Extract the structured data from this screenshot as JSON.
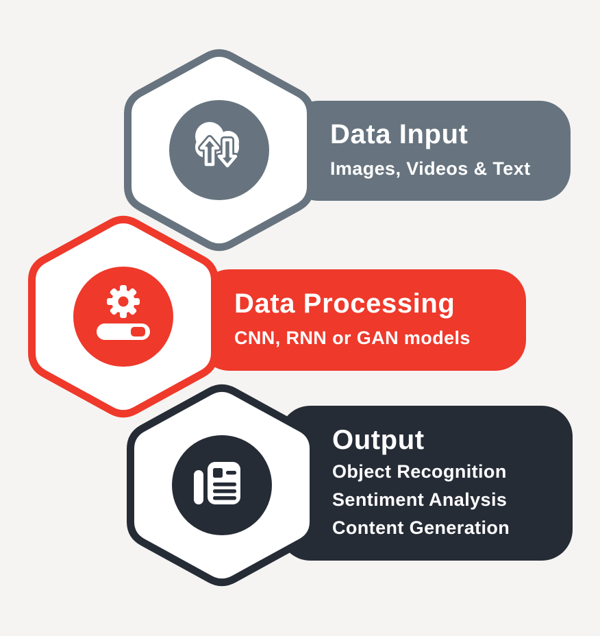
{
  "background": "#F5F4F2",
  "nodes": [
    {
      "title": "Data Input",
      "subtitles": [
        "Images, Videos & Text"
      ],
      "color": "#67747F",
      "icon": "cloud-upload-download-icon"
    },
    {
      "title": "Data Processing",
      "subtitles": [
        "CNN, RNN or GAN models"
      ],
      "color": "#EE392B",
      "icon": "gear-progress-icon"
    },
    {
      "title": "Output",
      "subtitles": [
        "Object Recognition",
        "Sentiment Analysis",
        "Content Generation"
      ],
      "color": "#262C36",
      "icon": "news-document-icon"
    }
  ]
}
